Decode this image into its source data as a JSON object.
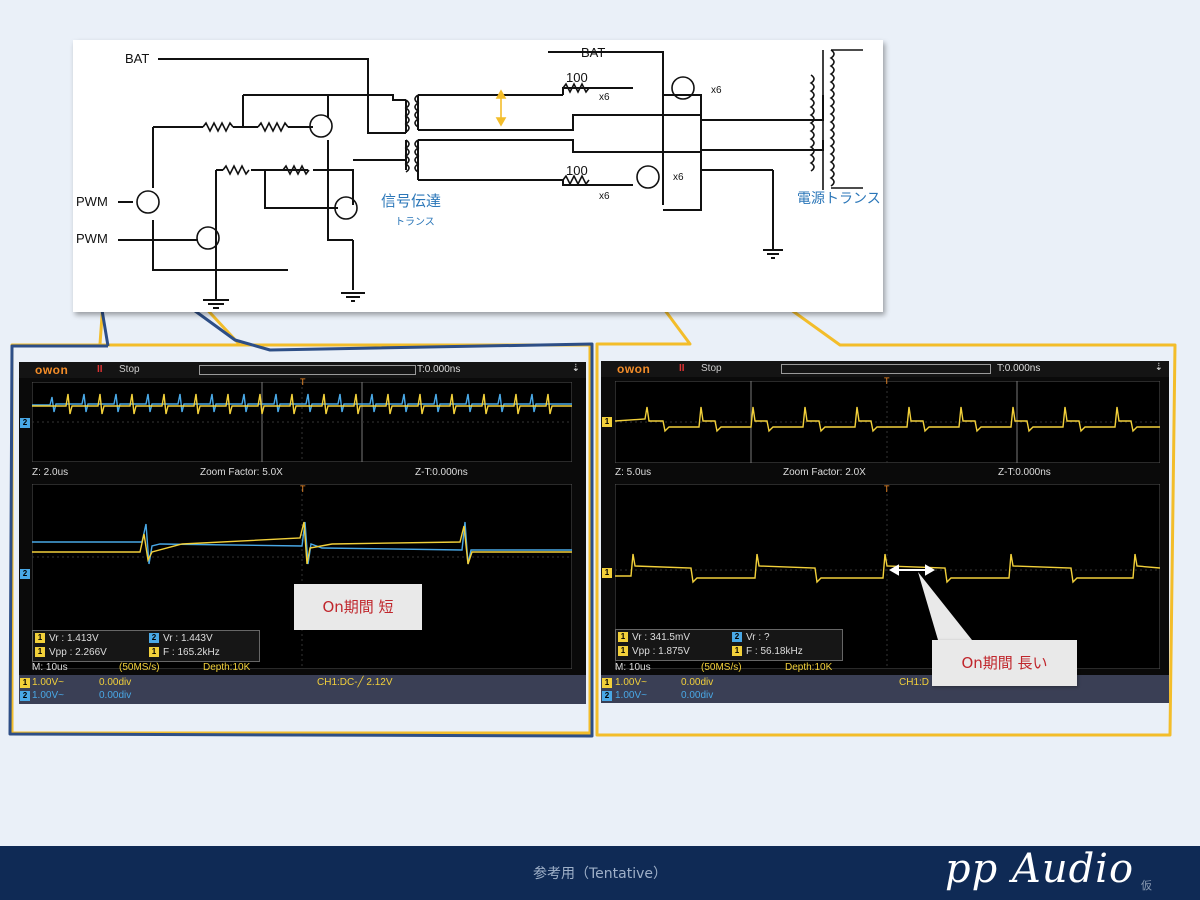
{
  "schematic": {
    "bat_left": "BAT",
    "bat_right": "BAT",
    "pwm_1": "PWM",
    "pwm_2": "PWM",
    "res_top_value": "100",
    "res_bottom_value": "100",
    "mult_res_top": "x6",
    "mult_res_bottom": "x6",
    "mult_fet_top": "x6",
    "mult_fet_bottom": "x6",
    "signal_transformer_line1": "信号伝達",
    "signal_transformer_line2": "トランス",
    "power_transformer": "電源トランス"
  },
  "scope_left": {
    "brand": "owon",
    "run_mark": "II",
    "status": "Stop",
    "trigger_time": "T:0.000ns",
    "zoom_z": "Z: 2.0us",
    "zoom_factor": "Zoom Factor: 5.0X",
    "zoom_zt": "Z-T:0.000ns",
    "m1_label": "1",
    "vr1": "Vr : 1.413V",
    "m2_label": "2",
    "vr2": "Vr : 1.443V",
    "m3_label": "1",
    "vpp": "Vpp : 2.266V",
    "m4_label": "1",
    "freq": "F : 165.2kHz",
    "timebase": "M: 10us",
    "rate": "(50MS/s)",
    "depth": "Depth:10K",
    "ch1_scale": "1.00V~",
    "ch1_offset": "0.00div",
    "ch2_scale": "1.00V~",
    "ch2_offset": "0.00div",
    "trigger_info": "CH1:DC-╱ 2.12V",
    "ch_marker_1": "2",
    "ch_marker_2": "2",
    "callout": "On期間 短"
  },
  "scope_right": {
    "brand": "owon",
    "run_mark": "II",
    "status": "Stop",
    "trigger_time": "T:0.000ns",
    "zoom_z": "Z: 5.0us",
    "zoom_factor": "Zoom Factor: 2.0X",
    "zoom_zt": "Z-T:0.000ns",
    "m1_label": "1",
    "vr1": "Vr : 341.5mV",
    "m2_label": "2",
    "vr2": "Vr :   ?",
    "m3_label": "1",
    "vpp": "Vpp : 1.875V",
    "m4_label": "1",
    "freq": "F : 56.18kHz",
    "timebase": "M: 10us",
    "rate": "(50MS/s)",
    "depth": "Depth:10K",
    "ch1_scale": "1.00V~",
    "ch1_offset": "0.00div",
    "ch2_scale": "1.00V~",
    "ch2_offset": "0.00div",
    "trigger_info": "CH1:D",
    "ch_marker_1": "1",
    "ch_marker_2": "1",
    "callout": "On期間 長い"
  },
  "footer": {
    "center_text": "参考用（Tentative）",
    "logo": "pp Audio",
    "logo_sub": "仮"
  },
  "colors": {
    "ch1": "#f2d03a",
    "ch2": "#49a8e6",
    "annotation_yellow": "#f3bd2a",
    "annotation_blue": "#2d4e86",
    "footer_bg": "#0f2a55"
  }
}
